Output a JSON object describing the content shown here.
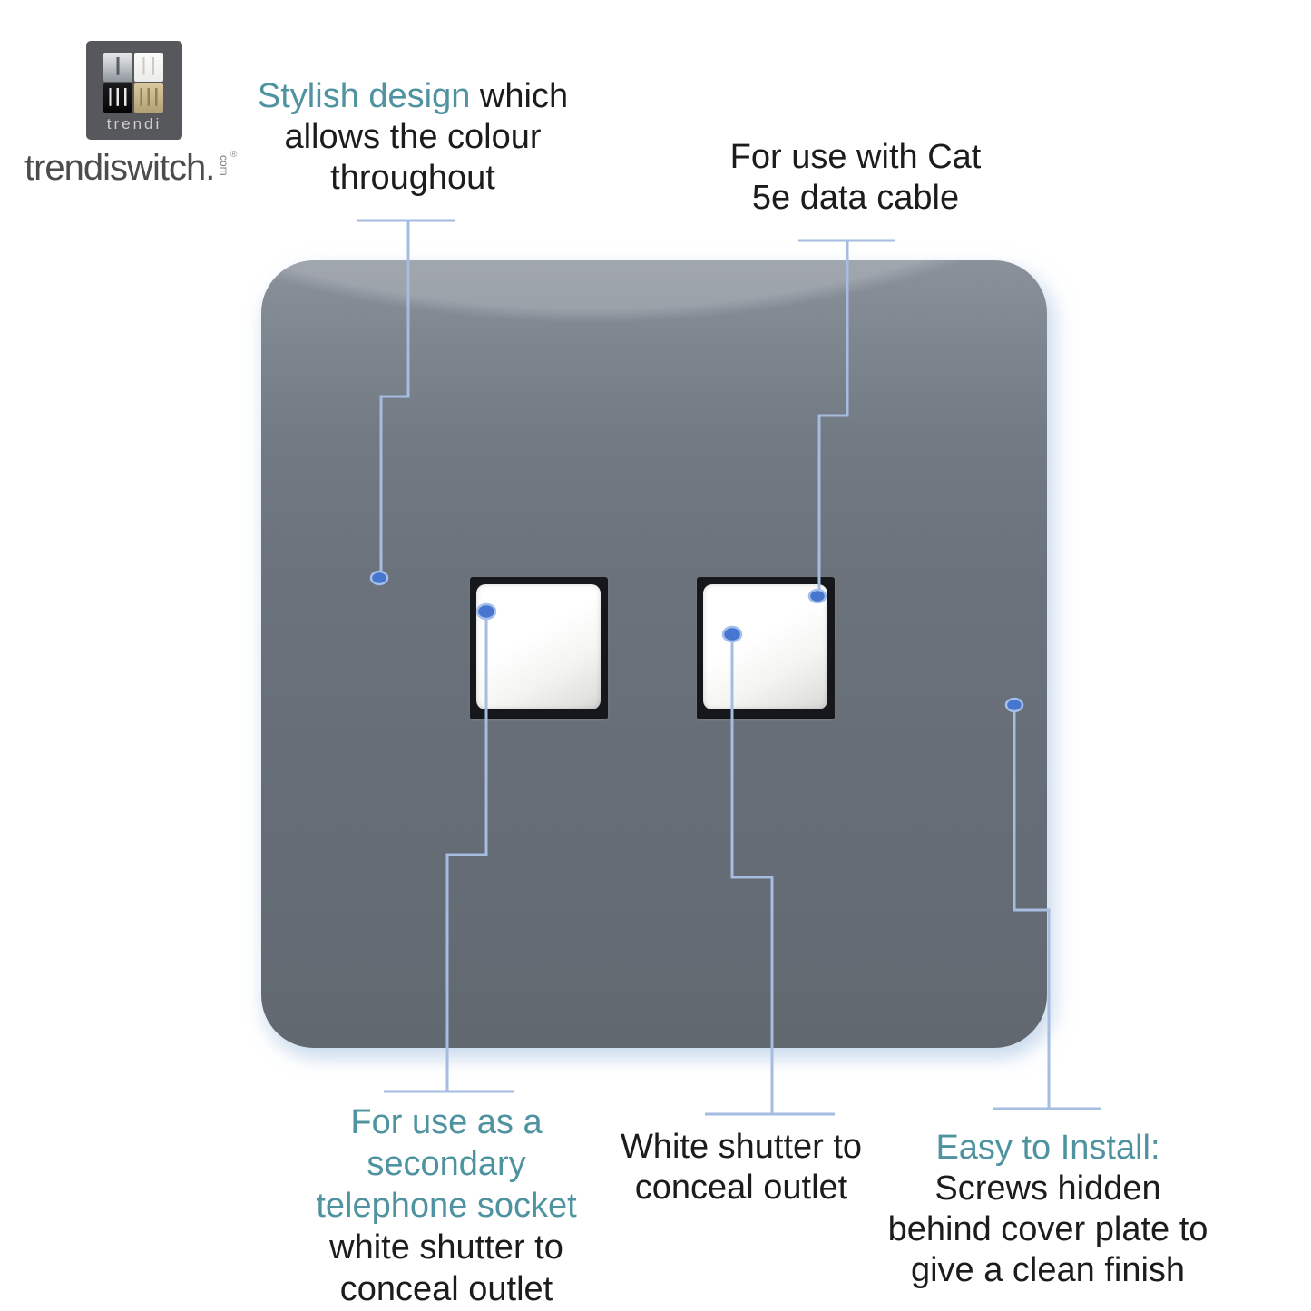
{
  "logo": {
    "tile_label": "trendi",
    "wordmark": "trendiswitch.",
    "tld": "com",
    "registered": "®"
  },
  "annotations": {
    "stylish": {
      "line1_highlight": "Stylish design",
      "line1_rest": " which",
      "line2": "allows the colour",
      "line3": "throughout"
    },
    "cat5e": {
      "line1": "For use with Cat",
      "line2": "5e data cable"
    },
    "secondary": {
      "line1": "For use as a",
      "line2": "secondary",
      "line3": "telephone socket",
      "line4": "white shutter to",
      "line5": "conceal outlet"
    },
    "white_shutter": {
      "line1": "White shutter to",
      "line2": "conceal outlet"
    },
    "install": {
      "line1": "Easy to Install:",
      "line2": "Screws hidden",
      "line3": "behind cover plate to",
      "line4": "give a clean finish"
    }
  },
  "colors": {
    "accent_teal": "#4f93a0",
    "text_dark": "#1c1c1c",
    "callout_line": "#a6bce0",
    "callout_dot_fill": "#4676d0",
    "callout_dot_ring": "#a3bfea",
    "plate_top": "#8a919b",
    "plate_bottom": "#61686f",
    "socket_frame": "#16171a",
    "shutter_white": "#ffffff",
    "logo_tile_bg": "#57585c"
  }
}
